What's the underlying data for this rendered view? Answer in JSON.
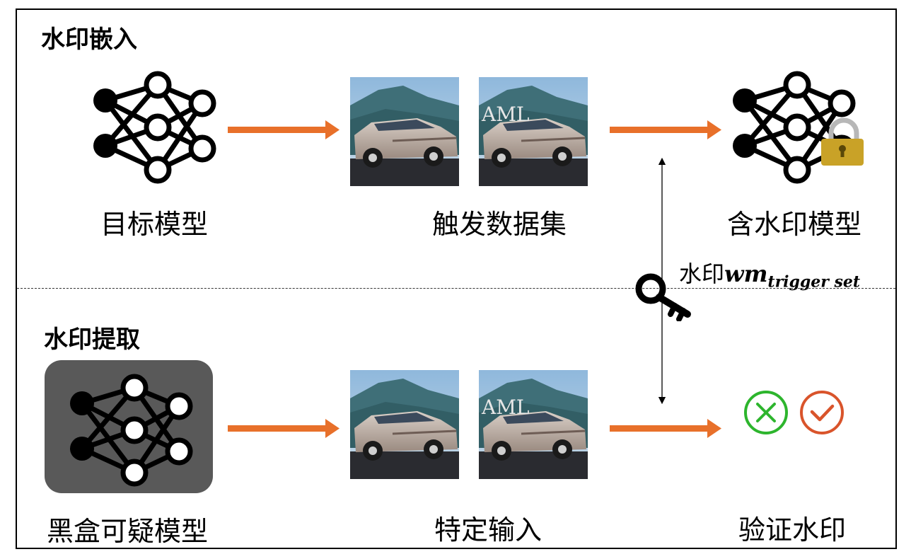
{
  "embed": {
    "title": "水印嵌入",
    "target_model": "目标模型",
    "trigger_set": "触发数据集",
    "watermarked_model": "含水印模型",
    "aml_mark": "AML"
  },
  "extract": {
    "title": "水印提取",
    "suspect_model": "黑盒可疑模型",
    "specific_input": "特定输入",
    "verify": "验证水印",
    "aml_mark": "AML"
  },
  "watermark": {
    "prefix": "水印",
    "symbol": "wm",
    "subscript": "trigger set"
  },
  "colors": {
    "arrow": "#E8702A",
    "cross": "#2DB52D",
    "check": "#D9542B",
    "lock": "#C9A227",
    "blackbox": "#595959"
  },
  "icons": [
    "neural-network-icon",
    "lock-icon",
    "key-icon",
    "cross-circle-icon",
    "check-circle-icon"
  ]
}
